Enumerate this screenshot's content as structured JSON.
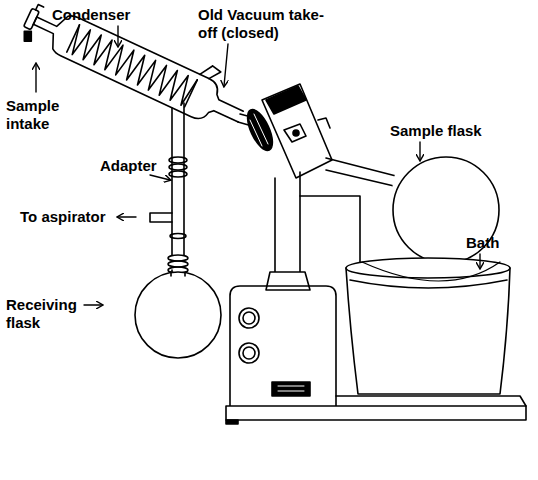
{
  "diagram": {
    "labels": [
      "Condenser",
      "Old Vacuum take-off (closed)",
      "Sample intake",
      "Adapter",
      "To aspirator",
      "Receiving flask",
      "Sample flask",
      "Bath"
    ]
  }
}
